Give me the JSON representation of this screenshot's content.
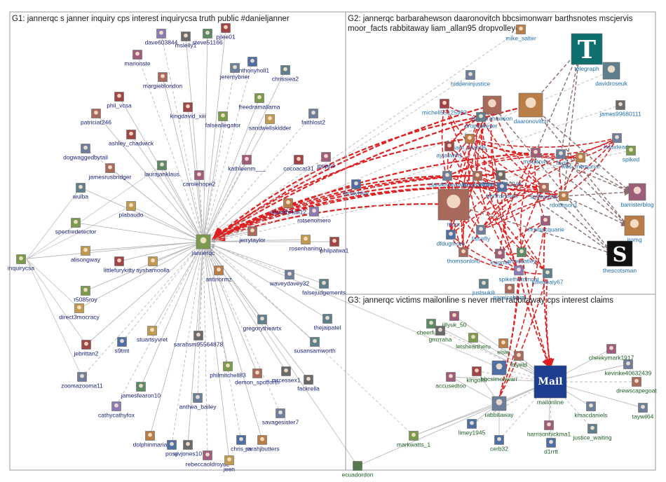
{
  "groups": [
    {
      "id": "g1",
      "title": "G1: jannerqc s janner inquiry cps interest inquirycsa truth public #danieljanner"
    },
    {
      "id": "g2",
      "title_line1": "G2: jannerqc barbarahewson daaronovitch bbcsimonwarr barthsnotes mscjervis",
      "title_line2": "moor_facts rabbitaway liam_allan95 dropvolleyer"
    },
    {
      "id": "g3",
      "title": "G3: jannerqc victims mailonline s never met rabbitaway cps interest claims"
    }
  ],
  "colors": {
    "group_border": "#9a9a9a",
    "edge_gray": "#b8b8b8",
    "edge_red": "#e02020",
    "edge_brown": "#8b6b6b",
    "label_g1": "#1a237e",
    "label_g2": "#1f6fb0",
    "label_g3": "#1b5e20"
  },
  "hubs": {
    "g1": "jannerqc",
    "g2": "daaronovitch",
    "g3": "mailonline"
  },
  "nodes": {
    "g1": [
      "dave603844",
      "mslelly1",
      "steve51166",
      "pjlee01",
      "marionste",
      "anthonyholl1",
      "jeremybrier",
      "margieblondon",
      "chrissiea2",
      "phil_vcsa",
      "freedramallama",
      "faithlost2",
      "patriciat246",
      "kingdavid_xiii",
      "falseallegator",
      "sandwellskidder",
      "ashley_chadwick",
      "dogwaggedbytail",
      "laurajanklaus",
      "kathleenm___",
      "cocoacat31",
      "jpppp4",
      "jamesrusbridger",
      "carolehope2",
      "wulba",
      "equality4all12",
      "rotsenomero",
      "plabaudo",
      "spectredetector",
      "jerrytaylor",
      "jannerqc",
      "rosenhaning",
      "philpatwa1",
      "inquirycsa",
      "alisongway",
      "littlefurykitty",
      "ayshamoolla",
      "antinormz",
      "waveydavey32",
      "falsejudgements",
      "r5085roy",
      "direct3mocracy",
      "thejaipatel",
      "gregorytheartx",
      "jebrittan2",
      "stuartsyvret",
      "sarahsm95564878",
      "susansamworth",
      "s9tmt",
      "zoomazooma11",
      "philmitchell83",
      "demon_spofforth",
      "mrcessex1",
      "fackrella",
      "jamesfearon10",
      "cathycathyfox",
      "anthea_bailey",
      "savagesister7",
      "dolphinmaria",
      "posy",
      "vivjones10",
      "chris_m",
      "sarahjbutters",
      "rebeccaoldroyd2",
      "jeen"
    ],
    "g2": [
      "mike_salter",
      "telegraph",
      "davidroseuk",
      "hiddeninjustice",
      "michell55125993",
      "barbarahewson",
      "daaronovitch",
      "james99680111",
      "dropvolleyer",
      "liam_allan95",
      "aylaswift1",
      "hoaxteadr",
      "mscjervis",
      "_facts",
      "wss_memorial",
      "spiked",
      "clarekhowswh",
      "blogbandini",
      "tiffany44541244",
      "barthsnotes",
      "saffitweets",
      "barristerblog",
      "fjmayhew",
      "rdobbson1",
      "moor",
      "mrsmacquarie",
      "falsefly",
      "iromg",
      "dfdugmore",
      "thomsonlord",
      "ksigma",
      "anneoatley",
      "thescotsman",
      "spikethetomcat",
      "justsukili",
      "paraicobrien",
      "juliehealy67"
    ],
    "g3": [
      "jillyuk_50",
      "cheekymark1917",
      "cheerfulwa",
      "grrrrraha",
      "letsheartheru",
      "elsie",
      "lizyeld",
      "kevinke40632439",
      "bbcsimonwarr",
      "kingofhi",
      "accusedtoo",
      "drewscapegoat",
      "mailonline",
      "kmacdaniels",
      "taywil64",
      "rabbitaway",
      "limey1945",
      "harrisonhickma1",
      "markwatts_1",
      "cerb32",
      "d1rrtt",
      "justice_waiting",
      "ecuadordon"
    ]
  }
}
